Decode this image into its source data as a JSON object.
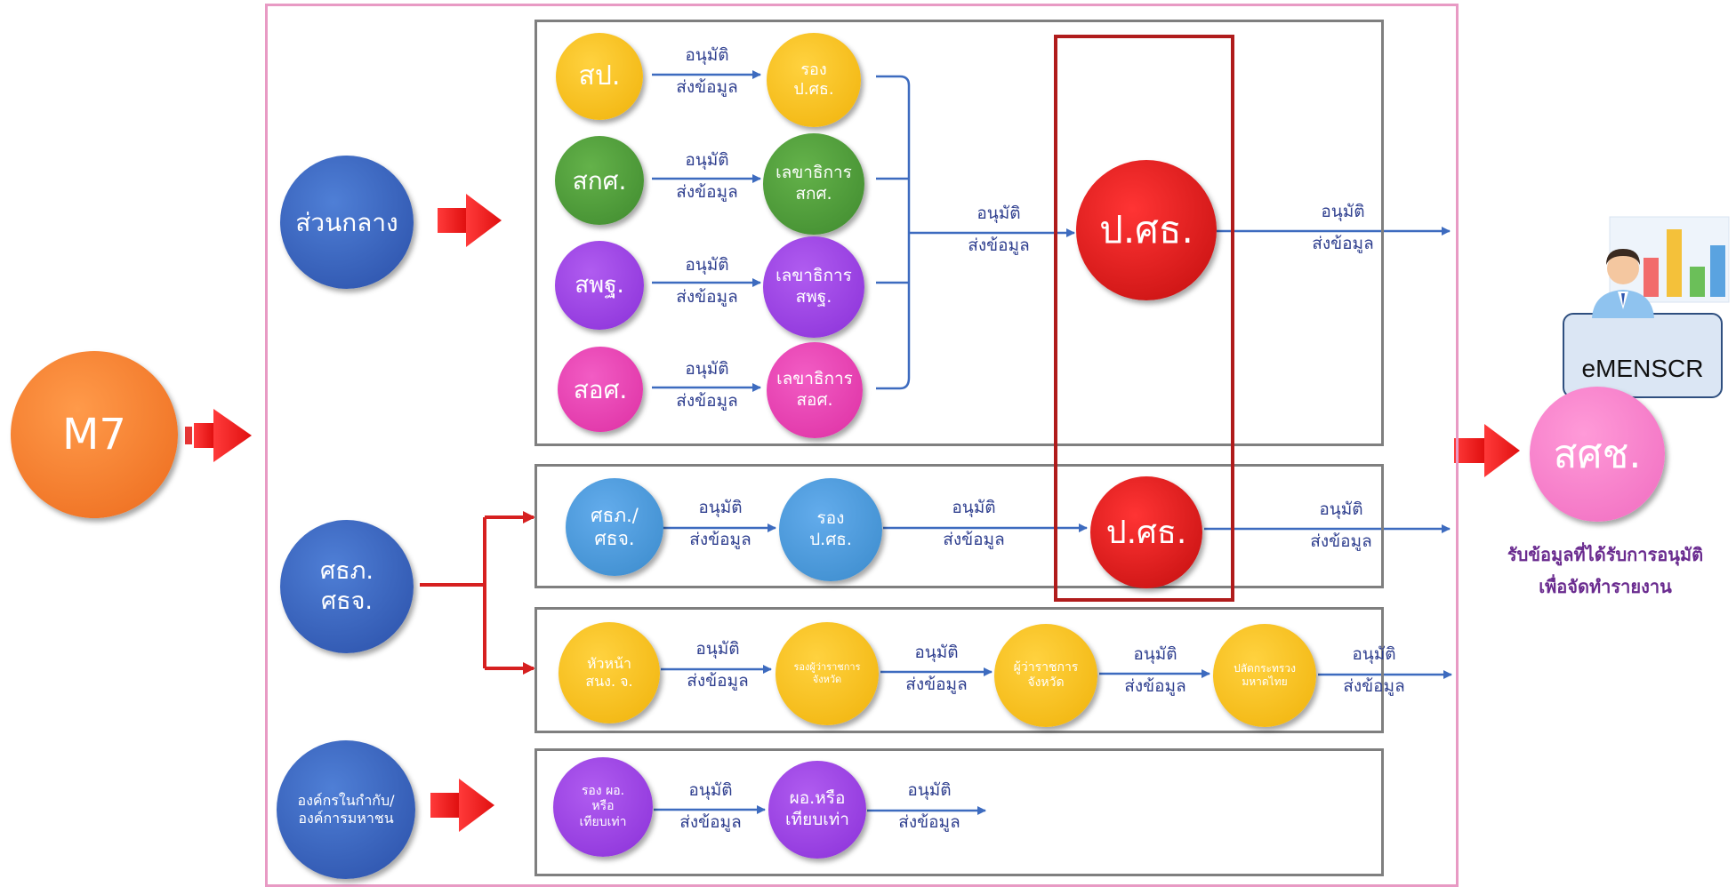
{
  "colors": {
    "orange": "#f07a2d",
    "blue": "#2f57b0",
    "yellow": "#f5bd12",
    "green": "#4e9a3a",
    "purple": "#9a3fe0",
    "magenta": "#e83fb3",
    "sky": "#4b9ad8",
    "red": "#d31919",
    "pink": "#f070c0",
    "edge": "#3d6bbf",
    "red_edge": "#d62020"
  },
  "edge_label": {
    "line1": "อนุมัติ",
    "line2": "ส่งข้อมูล"
  },
  "nodes": {
    "m7": {
      "text": "M7"
    },
    "central": {
      "text": "ส่วนกลาง"
    },
    "regional": {
      "line1": "ศธภ.",
      "line2": "ศธจ."
    },
    "orgs": {
      "line1": "องค์กรในกำกับ/",
      "line2": "องค์การมหาชน"
    },
    "row1_a": {
      "text": "สป."
    },
    "row1_b": {
      "line1": "รอง",
      "line2": "ป.ศธ."
    },
    "row2_a": {
      "text": "สกศ."
    },
    "row2_b": {
      "line1": "เลขาธิการ",
      "line2": "สกศ."
    },
    "row3_a": {
      "text": "สพฐ."
    },
    "row3_b": {
      "line1": "เลขาธิการ",
      "line2": "สพฐ."
    },
    "row4_a": {
      "text": "สอศ."
    },
    "row4_b": {
      "line1": "เลขาธิการ",
      "line2": "สอศ."
    },
    "pstor_top": {
      "text": "ป.ศธ."
    },
    "reg_a": {
      "line1": "ศธภ./",
      "line2": "ศธจ."
    },
    "reg_b": {
      "line1": "รอง",
      "line2": "ป.ศธ."
    },
    "pstor_mid": {
      "text": "ป.ศธ."
    },
    "prov_a": {
      "line1": "หัวหน้า",
      "line2": "สนง. จ."
    },
    "prov_b": {
      "line1": "รองผู้ว่าราชการ",
      "line2": "จังหวัด"
    },
    "prov_c": {
      "line1": "ผู้ว่าราชการ",
      "line2": "จังหวัด"
    },
    "prov_d": {
      "line1": "ปลัดกระทรวง",
      "line2": "มหาดไทย"
    },
    "org_a": {
      "line1": "รอง ผอ.",
      "line2": "หรือ",
      "line3": "เทียบเท่า"
    },
    "org_b": {
      "line1": "ผอ.หรือ",
      "line2": "เทียบเท่า"
    },
    "sorsor": {
      "text": "สศช."
    }
  },
  "emenscr": {
    "label": "eMENSCR",
    "chart_icon_colors": [
      "#f26b6b",
      "#f4c13a",
      "#6bbf59",
      "#5aa3e0"
    ]
  },
  "caption": {
    "line1": "รับข้อมูลที่ได้รับการอนุมัติ",
    "line2": "เพื่อจัดทำรายงาน"
  }
}
